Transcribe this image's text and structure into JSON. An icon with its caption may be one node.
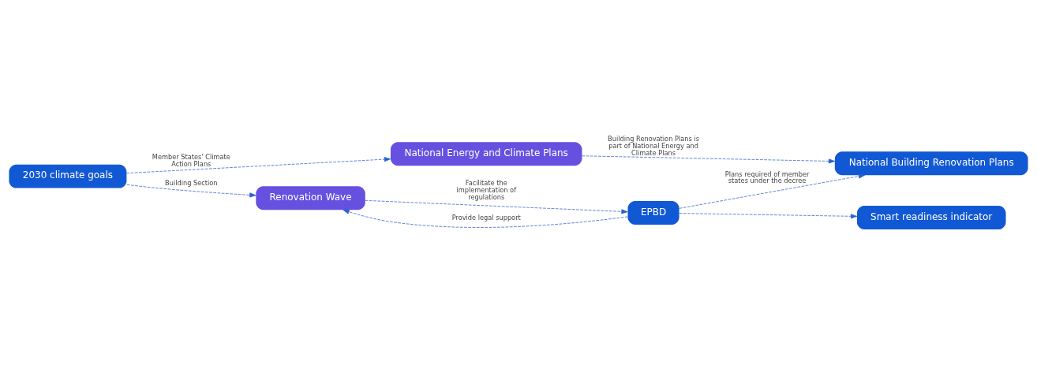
{
  "diagram": {
    "nodes": [
      {
        "text": [
          "2030 climate goals"
        ]
      },
      {
        "text": [
          "National Energy and Climate Plans"
        ]
      },
      {
        "text": [
          "Renovation Wave"
        ]
      },
      {
        "text": [
          "EPBD"
        ]
      },
      {
        "text": [
          "National Building Renovation Plans"
        ]
      },
      {
        "text": [
          "Smart readiness indicator"
        ]
      }
    ],
    "edges": [
      {
        "from": 0,
        "to": 1,
        "arrow": "to",
        "style": "dashed",
        "label": "Member States' Climate Action Plans"
      },
      {
        "from": 0,
        "to": 2,
        "arrow": "to",
        "style": "dashed",
        "label": "Building Section"
      },
      {
        "from": 1,
        "to": 4,
        "arrow": "to",
        "style": "dashed",
        "label": "Building Renovation Plans is part of National Energy and Climate Plans"
      },
      {
        "from": 2,
        "to": 3,
        "arrow": "to",
        "style": "dashed",
        "label": "Facilitate the implementation of regulations"
      },
      {
        "from": 3,
        "to": 2,
        "arrow": "to",
        "style": "dashed",
        "label": "Provide legal support"
      },
      {
        "from": 3,
        "to": 4,
        "arrow": "to",
        "style": "dashed",
        "label": "Plans required of member states under the decree"
      },
      {
        "from": 3,
        "to": 5,
        "arrow": "to",
        "style": "dashed"
      }
    ]
  }
}
